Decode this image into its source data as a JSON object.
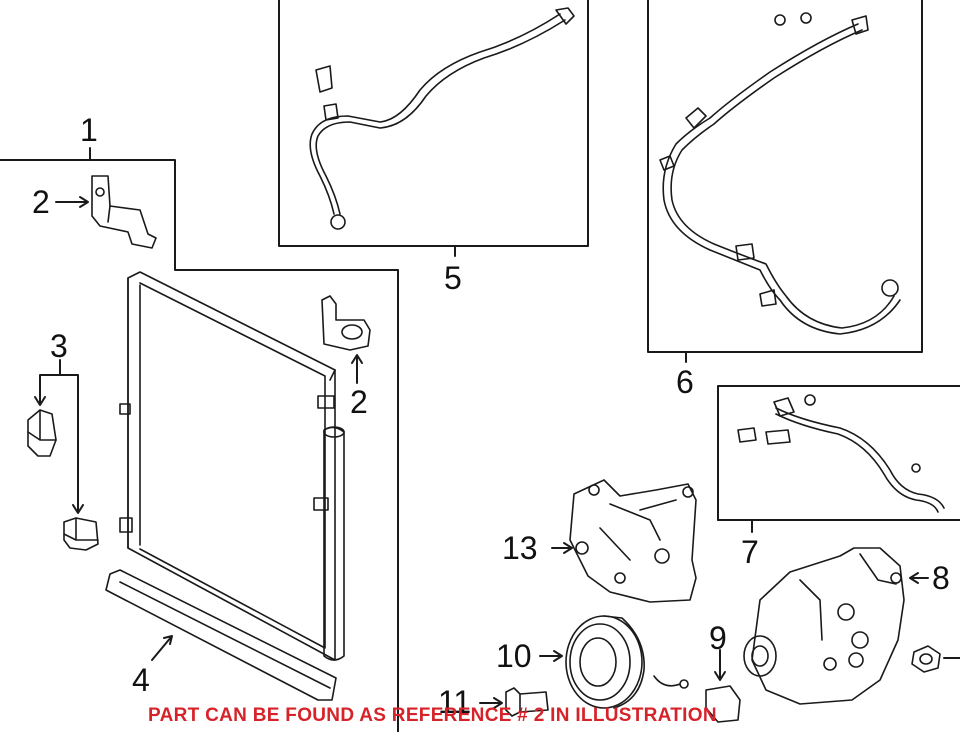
{
  "callouts": {
    "c1": "1",
    "c2a": "2",
    "c2b": "2",
    "c3": "3",
    "c4": "4",
    "c5": "5",
    "c6": "6",
    "c7": "7",
    "c8": "8",
    "c9": "9",
    "c10": "10",
    "c11": "11",
    "c13": "13"
  },
  "note": "PART CAN BE FOUND AS REFERENCE # 2 IN ILLUSTRATION",
  "colors": {
    "line": "#1a1a1a",
    "note": "#d6232a",
    "background": "#ffffff"
  }
}
